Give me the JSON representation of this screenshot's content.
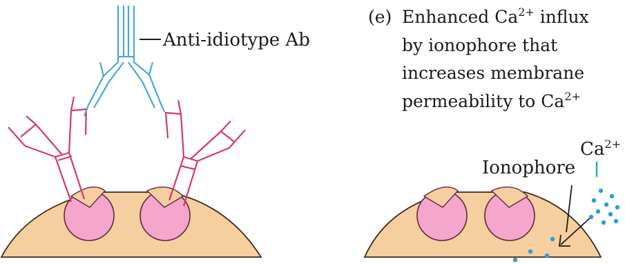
{
  "left_panel": {
    "antibody_label": "Anti-idiotype Ab"
  },
  "right_panel": {
    "caption": {
      "letter": "(e)",
      "line1_pre": "Enhanced Ca",
      "line1_sup": "2+",
      "line1_post": " influx",
      "line2": "by ionophore that",
      "line3": "increases membrane",
      "line4_pre": "permeability to Ca",
      "line4_sup": "2+"
    },
    "ion_label_base": "Ca",
    "ion_label_sup": "2+",
    "ionophore_label": "Ionophore"
  },
  "colors": {
    "cell": "#f5cf9f",
    "cell_outline": "#3a2a1a",
    "receptor": "#f4a6cc",
    "receptor_outline": "#5a2a3a",
    "antibody_red": "#d4386e",
    "antibody_blue": "#4aa6d8",
    "ion_dots": "#2b9fd6",
    "ink": "#1a1a1a"
  }
}
